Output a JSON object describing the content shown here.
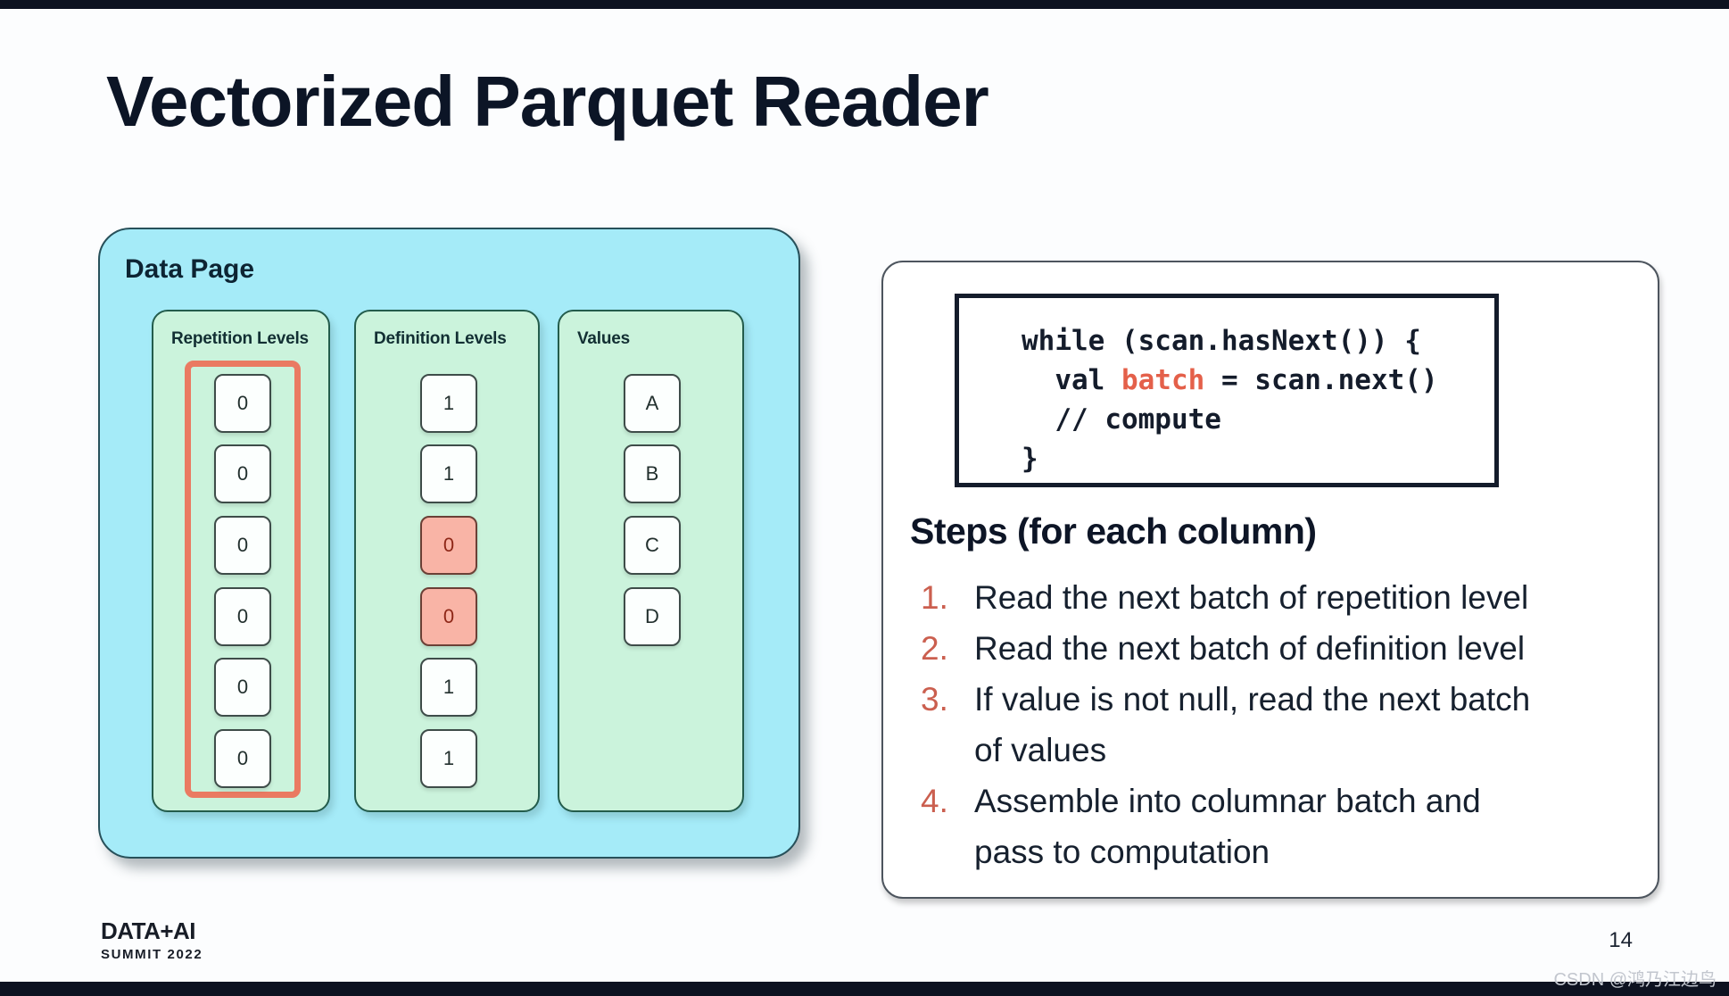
{
  "title": "Vectorized Parquet Reader",
  "data_page": {
    "label": "Data Page",
    "columns": [
      {
        "label": "Repetition Levels",
        "highlighted_group": true,
        "cells": [
          {
            "v": "0"
          },
          {
            "v": "0"
          },
          {
            "v": "0"
          },
          {
            "v": "0"
          },
          {
            "v": "0"
          },
          {
            "v": "0"
          }
        ]
      },
      {
        "label": "Definition Levels",
        "cells": [
          {
            "v": "1"
          },
          {
            "v": "1"
          },
          {
            "v": "0",
            "highlight": true
          },
          {
            "v": "0",
            "highlight": true
          },
          {
            "v": "1"
          },
          {
            "v": "1"
          }
        ]
      },
      {
        "label": "Values",
        "cells": [
          {
            "v": "A"
          },
          {
            "v": "B"
          },
          {
            "v": "C"
          },
          {
            "v": "D"
          }
        ]
      }
    ]
  },
  "code_block": {
    "line1": "while (scan.hasNext()) {",
    "line2_pre": "  val ",
    "line2_accent": "batch",
    "line2_post": " = scan.next()",
    "line3": "  // compute",
    "line4": "}"
  },
  "steps": {
    "heading": "Steps (for each column)",
    "items": [
      {
        "num": "1.",
        "line1": "Read the next batch of repetition level"
      },
      {
        "num": "2.",
        "line1": "Read the next batch of definition level"
      },
      {
        "num": "3.",
        "line1": "If value is not null, read the next batch",
        "line2": "of values"
      },
      {
        "num": "4.",
        "line1": "Assemble into columnar batch and",
        "line2": "pass to computation"
      }
    ]
  },
  "footer": {
    "logo_line1": "DATA+AI",
    "logo_line2": "SUMMIT 2022",
    "page_number": "14",
    "watermark": "CSDN @鸿乃江边鸟"
  },
  "colors": {
    "accent_salmon": "#e4604a",
    "step_number": "#cb5f4f",
    "highlight_border": "#ea7a62",
    "highlight_fill": "#f9b4a6",
    "data_page_fill": "#a5ebf8",
    "panel_fill": "#cbf3dc",
    "ink": "#0c1526"
  }
}
